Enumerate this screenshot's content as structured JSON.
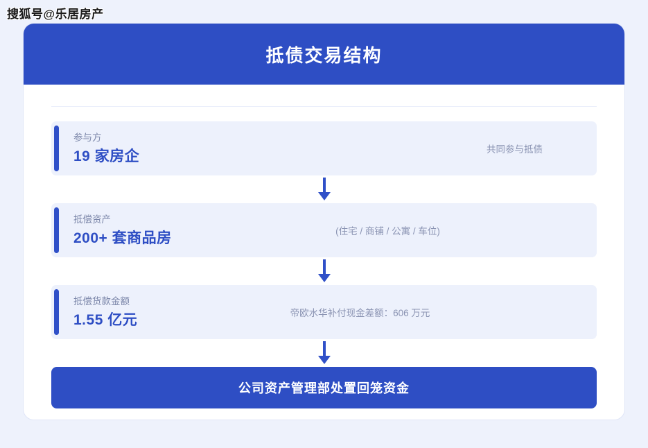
{
  "watermark": {
    "text": "搜狐号@乐居房产"
  },
  "card": {
    "header": {
      "title": "抵债交易结构"
    },
    "flow": {
      "steps": [
        {
          "label": "参与方",
          "value": "19 家房企",
          "note": "共同参与抵债"
        },
        {
          "label": "抵偿资产",
          "value": "200+ 套商品房",
          "note": "(住宅 / 商铺 / 公寓 / 车位)"
        },
        {
          "label": "抵偿货款金额",
          "value": "1.55 亿元",
          "note": "帝欧水华补付现金差额：606 万元"
        }
      ],
      "arrow_icon": "arrow-down-icon"
    },
    "footer": {
      "label": "公司资产管理部处置回笼资金"
    }
  },
  "colors": {
    "brand_blue": "#2e4ec4",
    "accent_blue": "#3050c8",
    "row_bg": "#edf1fc",
    "page_bg": "#eef2fc",
    "label_gray": "#7a85a8",
    "note_gray": "#8a93b2"
  }
}
